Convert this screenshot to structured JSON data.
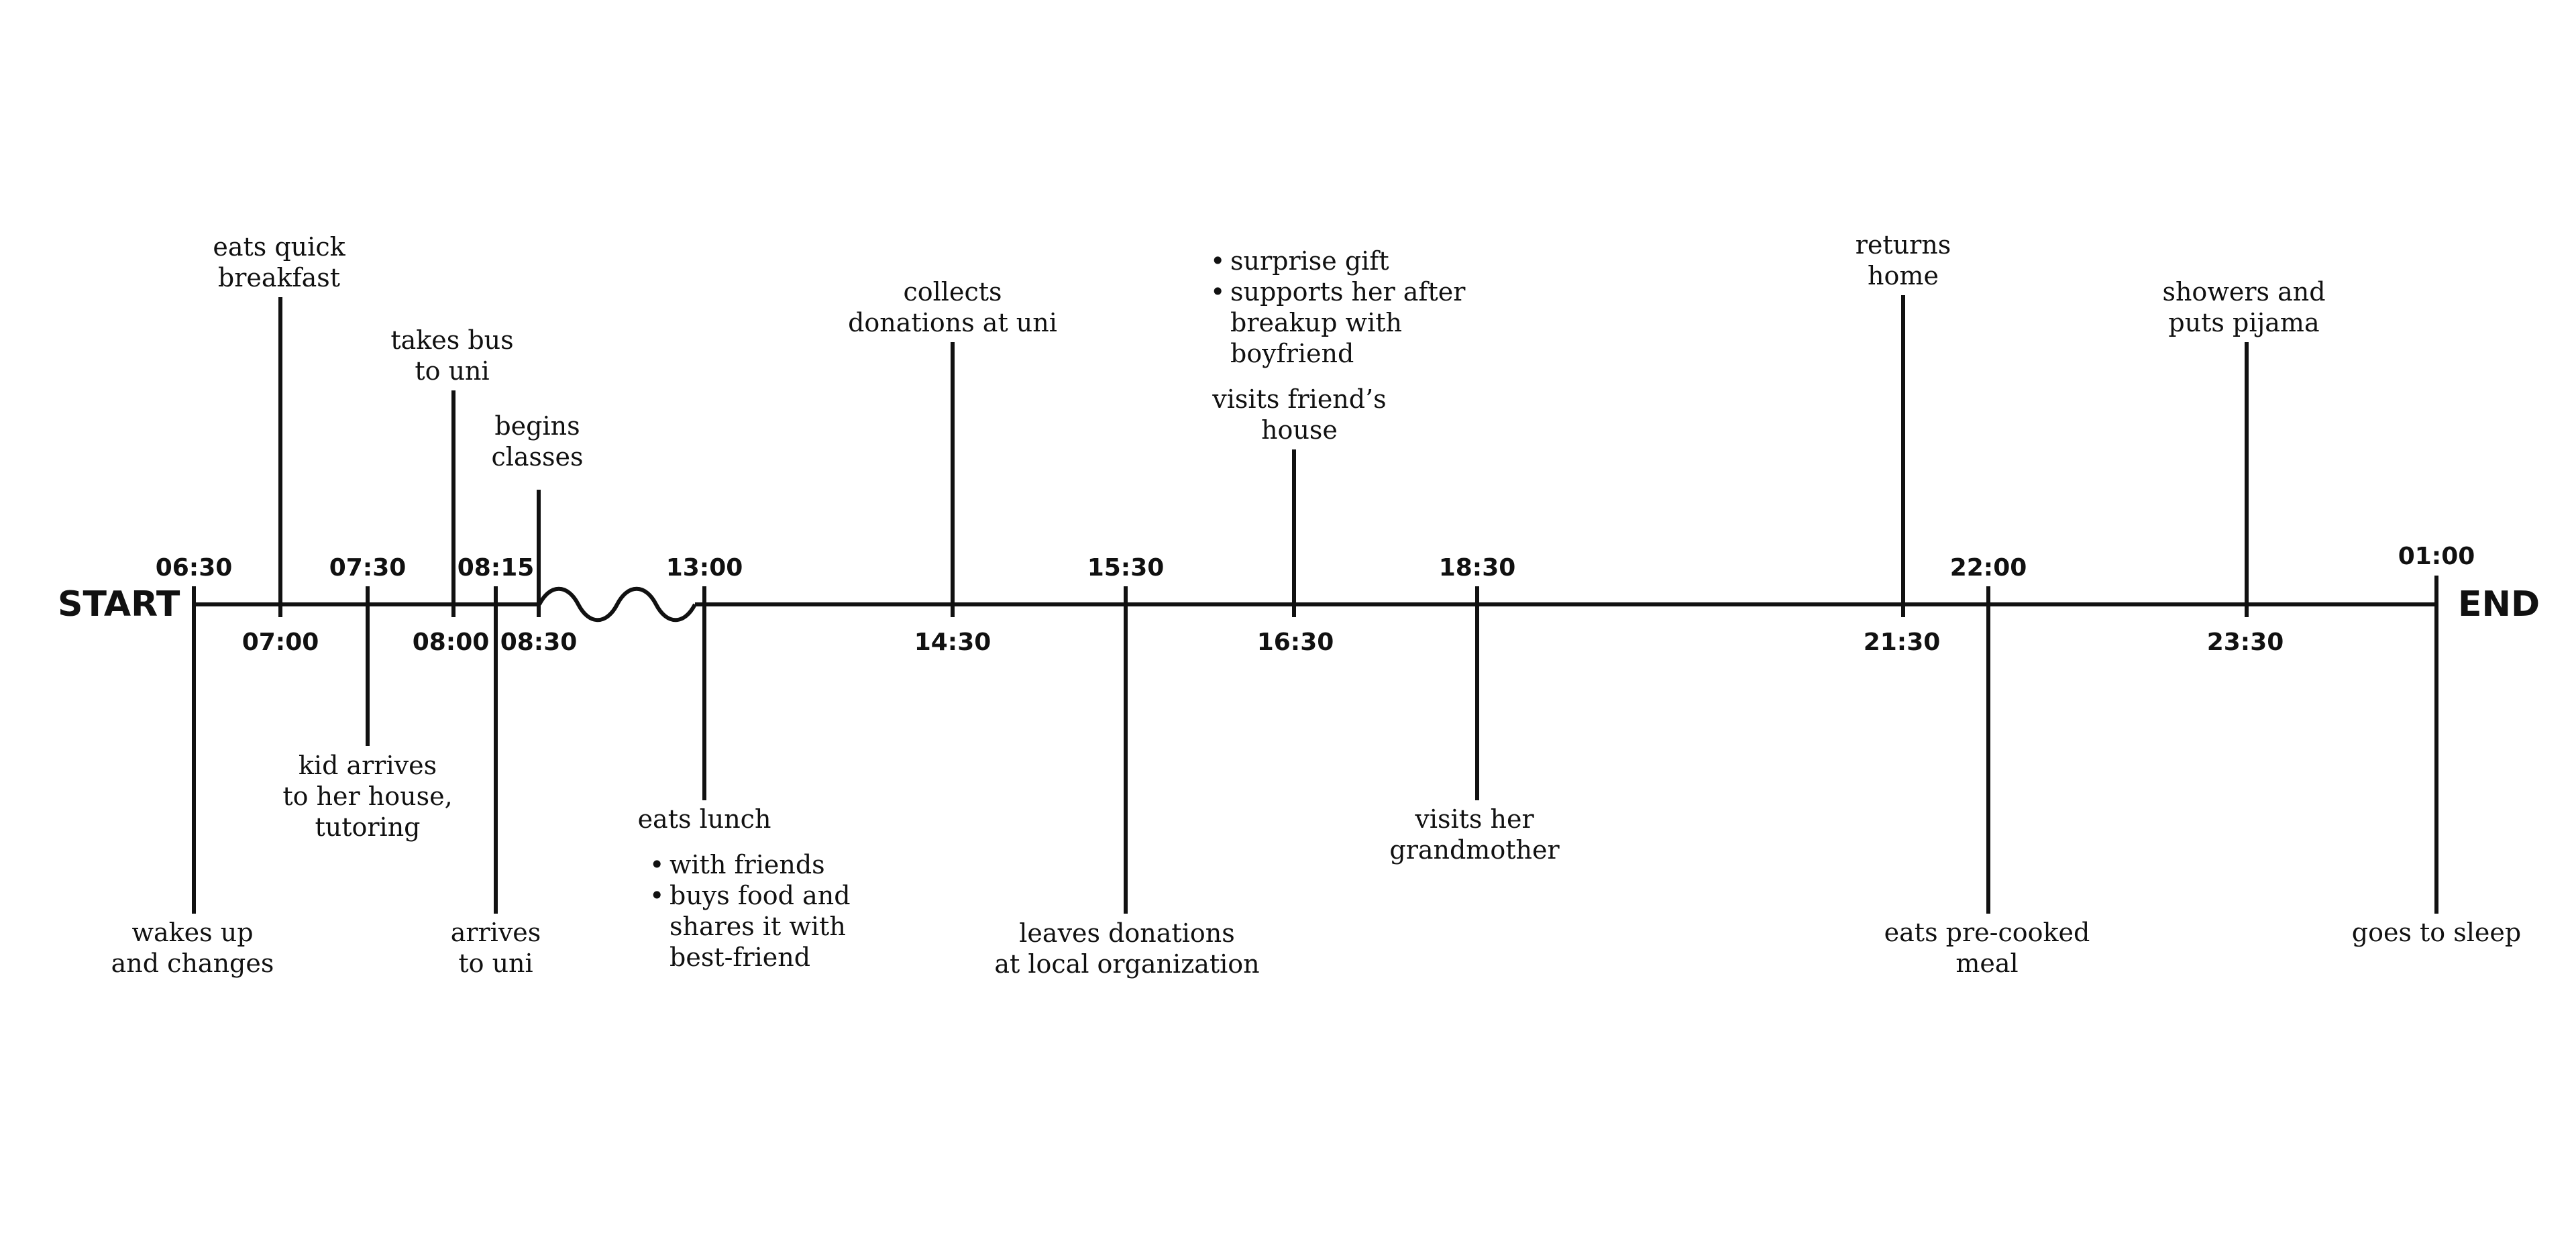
{
  "corner_text": "",
  "start_label": "START",
  "end_label": "END",
  "times": {
    "t0630": "06:30",
    "t0700": "07:00",
    "t0730": "07:30",
    "t0800": "08:00",
    "t0815": "08:15",
    "t0830": "08:30",
    "t1300": "13:00",
    "t1430": "14:30",
    "t1530": "15:30",
    "t1630": "16:30",
    "t1830": "18:30",
    "t2130": "21:30",
    "t2200": "22:00",
    "t2330": "23:30",
    "t0100": "01:00"
  },
  "events": {
    "wakes_up": [
      "wakes up",
      "and changes"
    ],
    "eats_quick_breakfast": [
      "eats quick",
      "breakfast"
    ],
    "kid_arrives": [
      "kid arrives",
      "to her house,",
      "tutoring"
    ],
    "takes_bus": [
      "takes bus",
      "to uni"
    ],
    "arrives_uni": [
      "arrives",
      "to uni"
    ],
    "begins_classes": [
      "begins",
      "classes"
    ],
    "eats_lunch": {
      "title": "eats lunch",
      "bullets": [
        [
          "with friends"
        ],
        [
          "buys food and",
          "shares it with",
          "best-friend"
        ]
      ]
    },
    "collects_donations": [
      "collects",
      "donations at uni"
    ],
    "leaves_donations": [
      "leaves donations",
      "at local organization"
    ],
    "visits_friend": {
      "title": [
        "visits friend’s",
        "house"
      ],
      "bullets": [
        [
          "surprise gift"
        ],
        [
          "supports her after",
          "breakup with",
          "boyfriend"
        ]
      ]
    },
    "visits_grandmother": [
      "visits her",
      "grandmother"
    ],
    "returns_home": [
      "returns",
      "home"
    ],
    "eats_precooked": [
      "eats pre-cooked",
      "meal"
    ],
    "showers": [
      "showers and",
      "puts pijama"
    ],
    "goes_to_sleep": [
      "goes to sleep"
    ]
  },
  "bullet_symbol": "•",
  "colors": {
    "line": "#111111",
    "background": "#ffffff"
  }
}
